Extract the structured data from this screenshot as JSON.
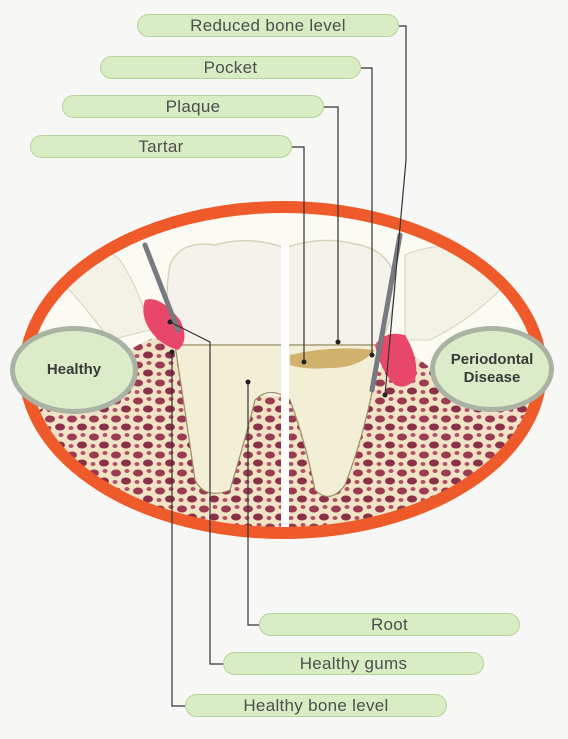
{
  "labels_top": [
    {
      "id": "reduced-bone-level",
      "text": "Reduced bone level"
    },
    {
      "id": "pocket",
      "text": "Pocket"
    },
    {
      "id": "plaque",
      "text": "Plaque"
    },
    {
      "id": "tartar",
      "text": "Tartar"
    }
  ],
  "labels_bottom": [
    {
      "id": "root",
      "text": "Root"
    },
    {
      "id": "healthy-gums",
      "text": "Healthy gums"
    },
    {
      "id": "healthy-bone-level",
      "text": "Healthy bone level"
    }
  ],
  "badges": {
    "healthy": "Healthy",
    "periodontal_line1": "Periodontal",
    "periodontal_line2": "Disease"
  },
  "colors": {
    "ring": "#ef5a2a",
    "pill_fill": "#d9edc4",
    "gum": "#e8476a",
    "bone_dark": "#9b3b52",
    "tooth": "#f3eed6"
  }
}
